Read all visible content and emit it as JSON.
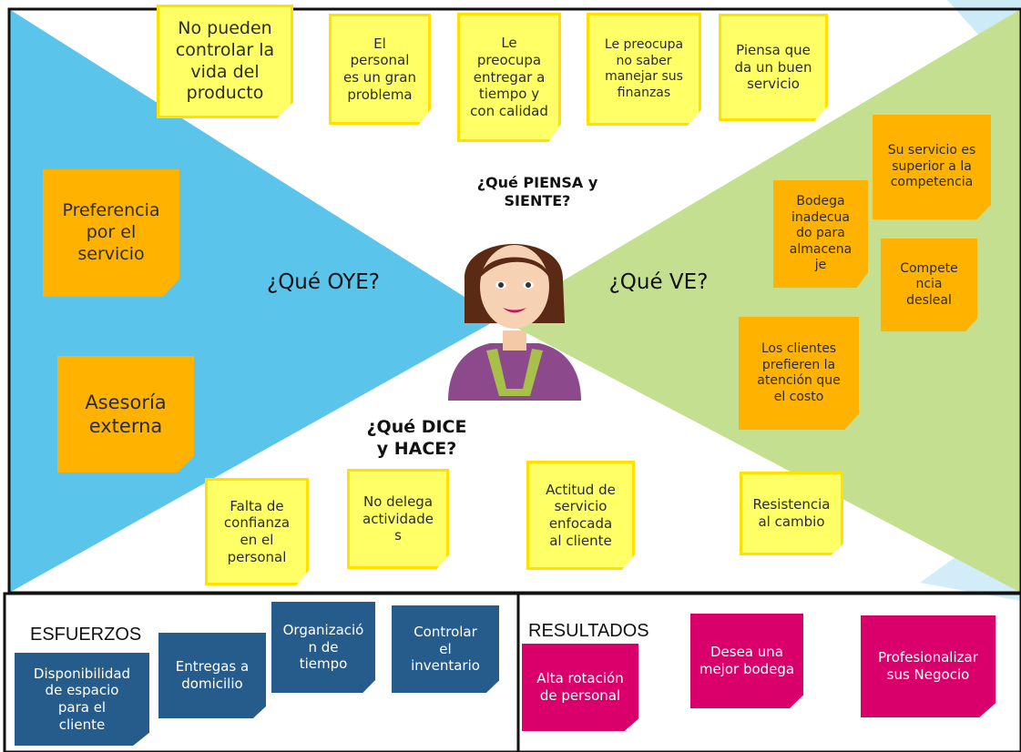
{
  "map": {
    "piensa_label": "¿Qué PIENSA y\nSIENTE?",
    "oye_label": "¿Qué OYE?",
    "ve_label": "¿Qué VE?",
    "dice_label": "¿Qué DICE\ny HACE?",
    "piensa_notes": [
      "No pueden\ncontrolar la\nvida del\nproducto",
      "El\npersonal\nes un gran\nproblema",
      "Le\npreocupa\nentregar a\ntiempo y\ncon calidad",
      "Le preocupa\nno saber\nmanejar sus\nfinanzas",
      "Piensa que\nda un buen\nservicio"
    ],
    "oye_notes": [
      "Preferencia\npor el\nservicio",
      "Asesoría\nexterna"
    ],
    "ve_notes": [
      "Su servicio es\nsuperior a la\ncompetencia",
      "Bodega\ninadecua\ndo para\nalmacena\nje",
      "Compete\nncia\ndesleal",
      "Los clientes\nprefieren la\natención que\nel costo"
    ],
    "dice_notes": [
      "Falta de\nconfianza\nen el\npersonal",
      "No delega\nactividade\ns",
      "Actitud de\nservicio\nenfocada\nal cliente",
      "Resistencia\nal cambio"
    ]
  },
  "esfuerzos": {
    "title": "ESFUERZOS",
    "notes": [
      "Disponibilidad\nde espacio\npara el\ncliente",
      "Entregas a\ndomicilio",
      "Organizació\nn de\ntiempo",
      "Controlar\nel\ninventario"
    ]
  },
  "resultados": {
    "title": "RESULTADOS",
    "notes": [
      "Alta rotación\nde personal",
      "Desea una\nmejor bodega",
      "Profesionalizar\nsus Negocio"
    ]
  },
  "colors": {
    "left_region": "#5bc4ea",
    "right_region": "#c3df8f",
    "yellow_note": "#ffff66",
    "orange_note": "#ffb300",
    "blue_note": "#265c8c",
    "pink_note": "#d9006c"
  },
  "icons": {
    "center": "woman-avatar-icon"
  }
}
